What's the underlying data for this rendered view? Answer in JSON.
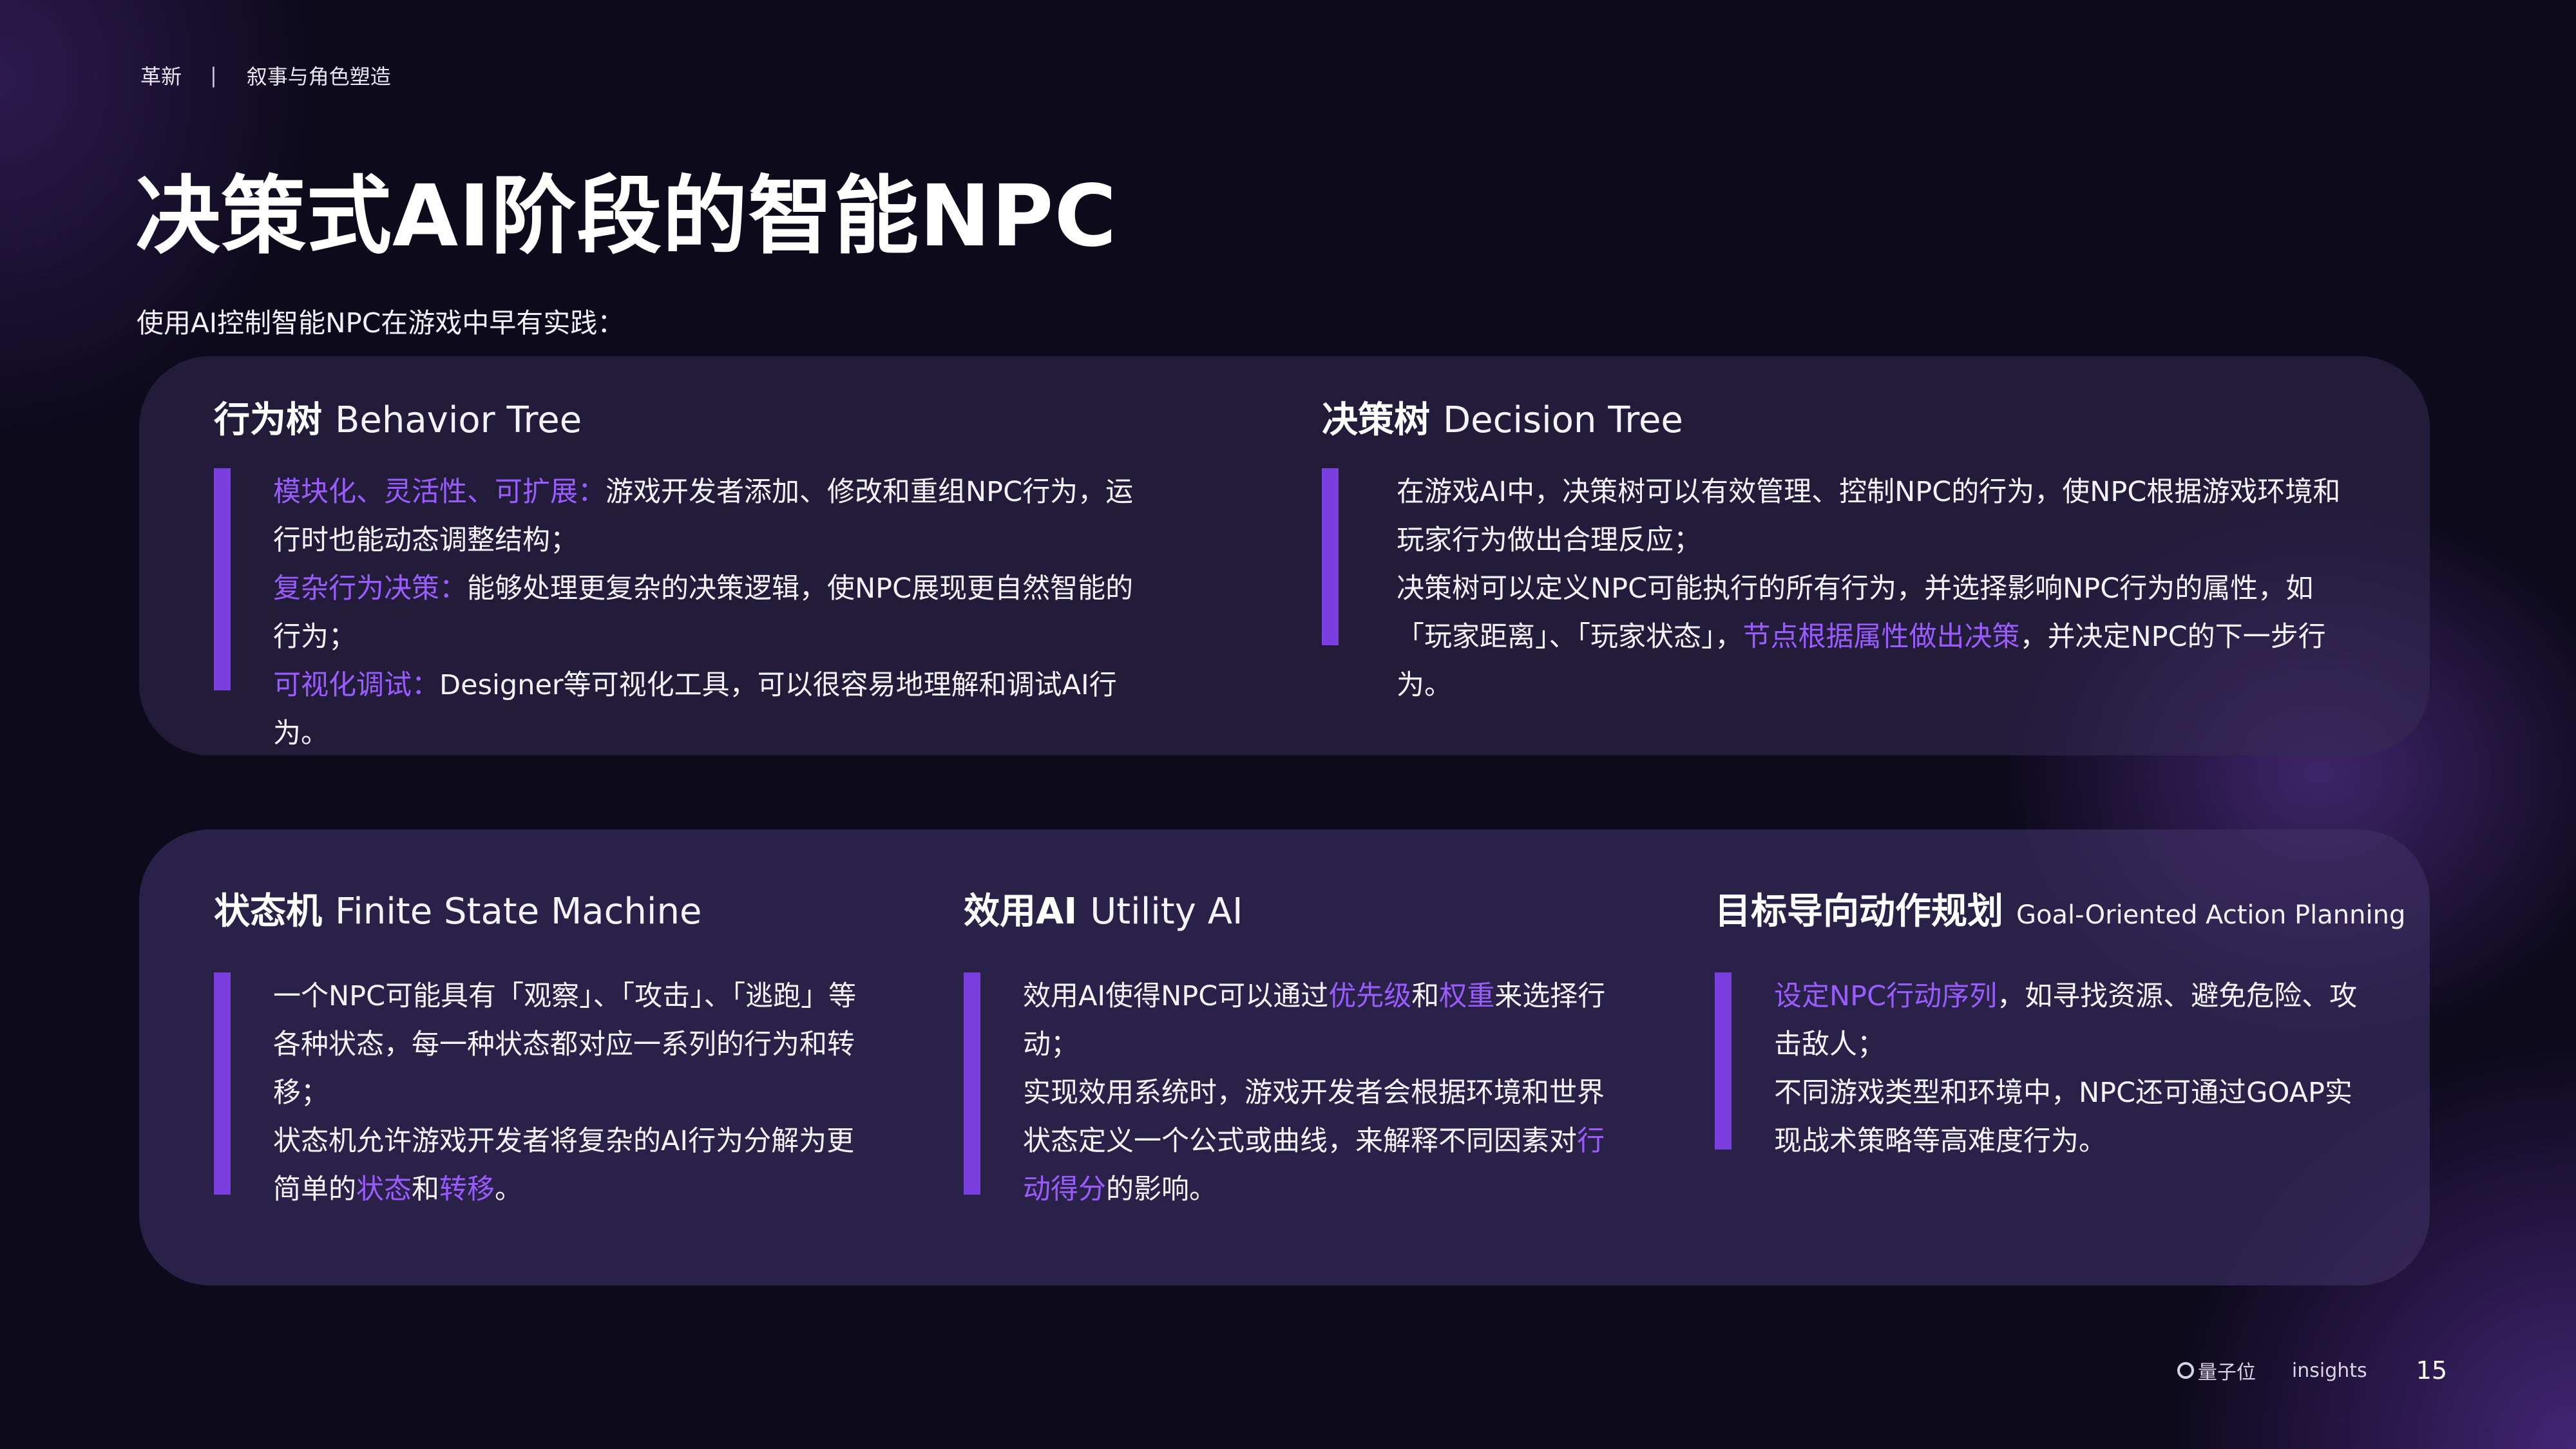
{
  "breadcrumb": {
    "section": "革新",
    "separator": "|",
    "topic": "叙事与角色塑造"
  },
  "title": "决策式AI阶段的智能NPC",
  "subtitle": "使用AI控制智能NPC在游戏中早有实践：",
  "cards": {
    "behavior_tree": {
      "title_cn": "行为树",
      "title_en": "Behavior Tree",
      "lines": [
        {
          "hl": "模块化、灵活性、可扩展：",
          "text": "游戏开发者添加、修改和重组NPC行为，运行时也能动态调整结构；"
        },
        {
          "hl": "复杂行为决策：",
          "text": "能够处理更复杂的决策逻辑，使NPC展现更自然智能的行为；"
        },
        {
          "hl": "可视化调试：",
          "text": "Designer等可视化工具，可以很容易地理解和调试AI行为。"
        }
      ]
    },
    "decision_tree": {
      "title_cn": "决策树",
      "title_en": "Decision Tree",
      "p1": "在游戏AI中，决策树可以有效管理、控制NPC的行为，使NPC根据游戏环境和玩家行为做出合理反应；",
      "p2_pre": "决策树可以定义NPC可能执行的所有行为，并选择影响NPC行为的属性，如「玩家距离」、「玩家状态」，",
      "p2_hl": "节点根据属性做出决策",
      "p2_post": "，并决定NPC的下一步行为。"
    },
    "fsm": {
      "title_cn": "状态机",
      "title_en": "Finite State Machine",
      "p1": "一个NPC可能具有「观察」、「攻击」、「逃跑」等各种状态，每一种状态都对应一系列的行为和转移；",
      "p2_pre": "状态机允许游戏开发者将复杂的AI行为分解为更简单的",
      "p2_hl1": "状态",
      "p2_mid": "和",
      "p2_hl2": "转移",
      "p2_post": "。"
    },
    "utility_ai": {
      "title_cn": "效用AI",
      "title_en": "Utility AI",
      "p1_pre": "效用AI使得NPC可以通过",
      "p1_hl1": "优先级",
      "p1_mid": "和",
      "p1_hl2": "权重",
      "p1_post": "来选择行动；",
      "p2_pre": "实现效用系统时，游戏开发者会根据环境和世界状态定义一个公式或曲线，来解释不同因素对",
      "p2_hl": "行动得分",
      "p2_post": "的影响。"
    },
    "goap": {
      "title_cn": "目标导向动作规划",
      "title_en": "Goal-Oriented Action Planning",
      "p1_hl": "设定NPC行动序列",
      "p1_post": "，如寻找资源、避免危险、攻击敌人；",
      "p2": "不同游戏类型和环境中，NPC还可通过GOAP实现战术策略等高难度行为。"
    }
  },
  "footer": {
    "brand": "量子位",
    "insights": "insights",
    "page": "15"
  },
  "colors": {
    "accent": "#7b3fe0",
    "highlight": "#9a5cff",
    "background": "#0d0a1c"
  }
}
